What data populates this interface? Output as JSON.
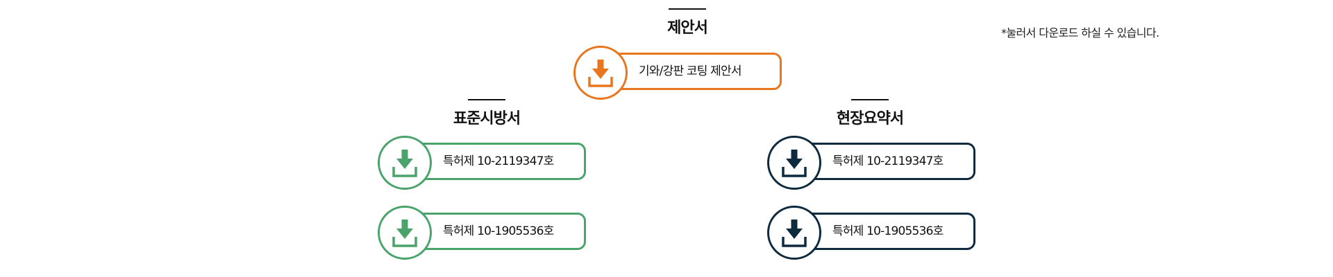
{
  "note": "*눌러서 다운로드 하실 수 있습니다.",
  "colors": {
    "orange": "#e8761c",
    "green": "#4aa36b",
    "navy": "#0d2a3f"
  },
  "sections": {
    "proposal": {
      "title": "제안서",
      "items": [
        {
          "label": "기와/강판 코팅 제안서",
          "icon": "download-icon"
        }
      ]
    },
    "standard": {
      "title": "표준시방서",
      "items": [
        {
          "label": "특허제 10-2119347호",
          "icon": "download-icon"
        },
        {
          "label": "특허제 10-1905536호",
          "icon": "download-icon"
        }
      ]
    },
    "site_summary": {
      "title": "현장요약서",
      "items": [
        {
          "label": "특허제 10-2119347호",
          "icon": "download-icon"
        },
        {
          "label": "특허제 10-1905536호",
          "icon": "download-icon"
        }
      ]
    }
  }
}
